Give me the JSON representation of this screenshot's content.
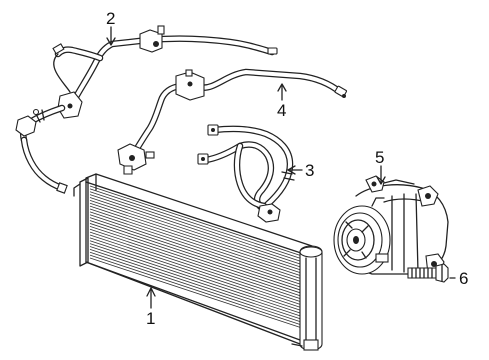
{
  "callouts": {
    "c1": "1",
    "c2": "2",
    "c3": "3",
    "c4": "4",
    "c5": "5",
    "c6": "6"
  },
  "colors": {
    "ink": "#222222",
    "background": "#ffffff"
  }
}
